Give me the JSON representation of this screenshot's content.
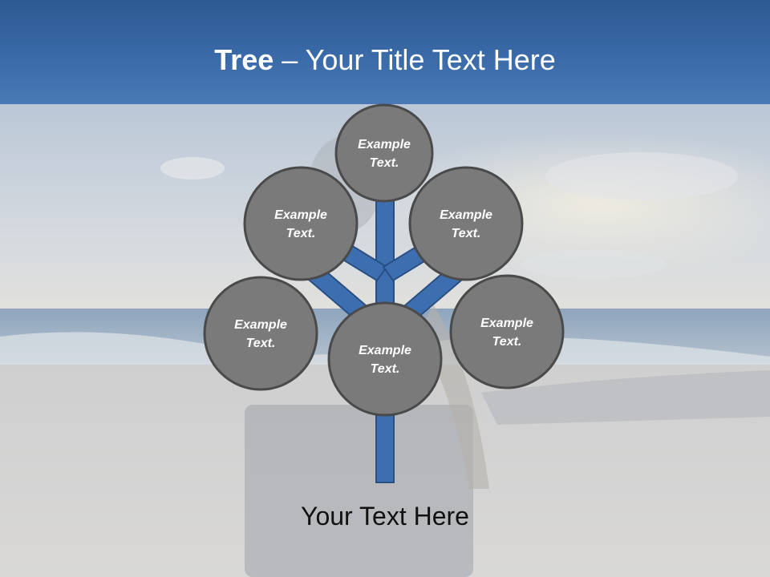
{
  "title": {
    "bold": "Tree",
    "separator": " – ",
    "rest": "Your Title Text Here"
  },
  "nodes": [
    {
      "line1": "Example",
      "line2": "Text."
    },
    {
      "line1": "Example",
      "line2": "Text."
    },
    {
      "line1": "Example",
      "line2": "Text."
    },
    {
      "line1": "Example",
      "line2": "Text."
    },
    {
      "line1": "Example",
      "line2": "Text."
    },
    {
      "line1": "Example",
      "line2": "Text."
    }
  ],
  "footer": "Your Text Here",
  "colors": {
    "header": "#3a6aa8",
    "branch": "#3d6fb0",
    "node_fill": "#7a7a7a",
    "node_stroke": "#4a4a4a"
  }
}
